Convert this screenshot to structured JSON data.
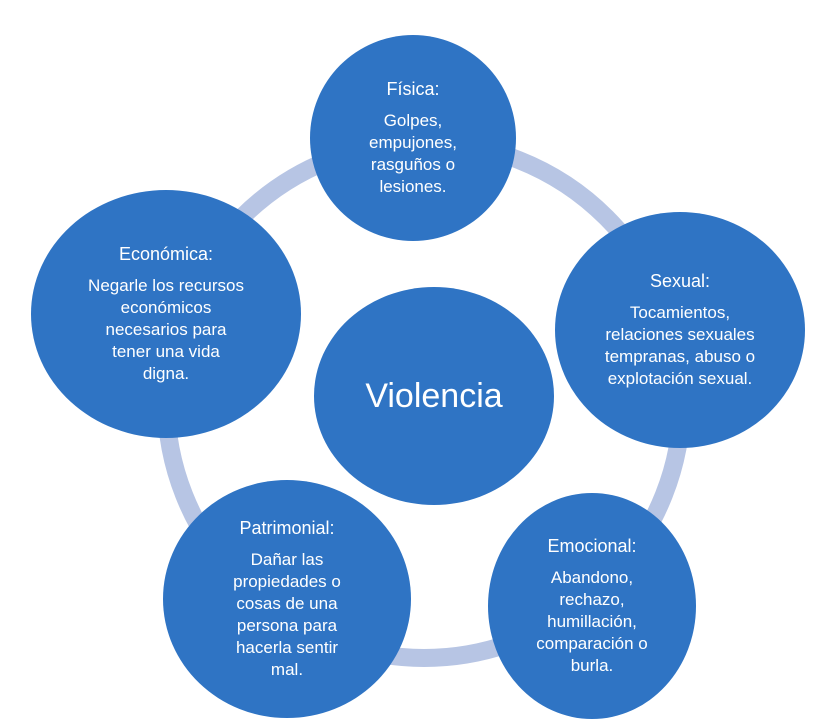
{
  "diagram": {
    "colors": {
      "node_fill": "#2f74c4",
      "ring": "#b7c5e4",
      "text": "#ffffff"
    },
    "center": {
      "label": "Violencia"
    },
    "nodes": {
      "fisica": {
        "title": "Física:",
        "desc": "Golpes,\nempujones,\nrasguños o\nlesiones."
      },
      "sexual": {
        "title": "Sexual:",
        "desc": "Tocamientos,\nrelaciones sexuales\ntempranas, abuso o\nexplotación sexual."
      },
      "emocional": {
        "title": "Emocional:",
        "desc": "Abandono,\nrechazo,\nhumillación,\ncomparación o\nburla."
      },
      "patrimonial": {
        "title": "Patrimonial:",
        "desc": "Dañar las\npropiedades o\ncosas de una\npersona para\nhacerla sentir\nmal."
      },
      "economica": {
        "title": "Económica:",
        "desc": "Negarle los recursos\neconómicos\nnecesarios para\ntener una vida\ndigna."
      }
    }
  }
}
